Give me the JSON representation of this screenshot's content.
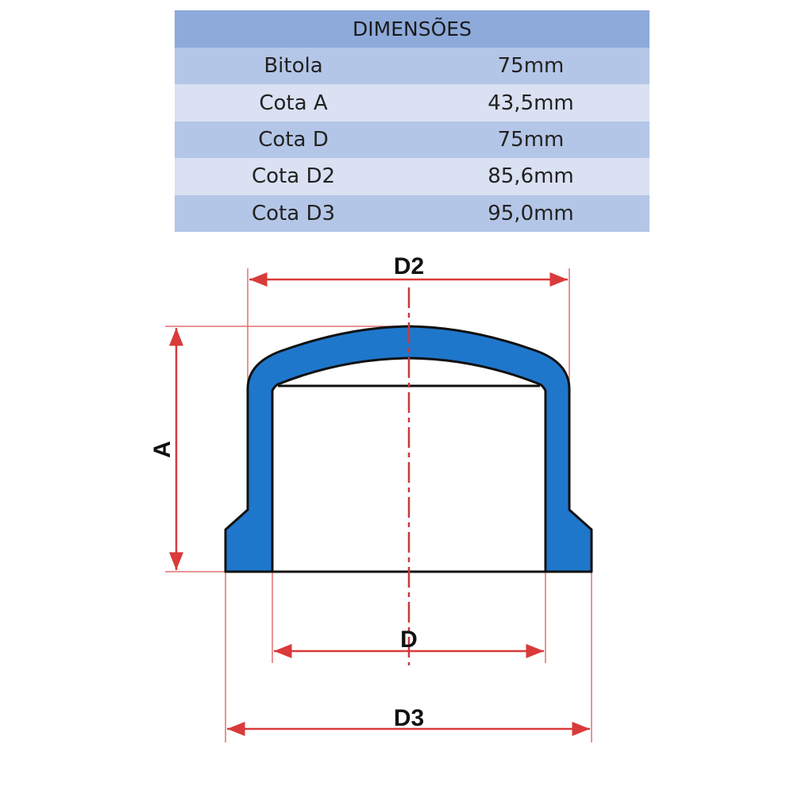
{
  "table": {
    "title": "DIMENSÕES",
    "rows": [
      {
        "label": "Bitola",
        "value": "75mm"
      },
      {
        "label": "Cota A",
        "value": "43,5mm"
      },
      {
        "label": "Cota D",
        "value": "75mm"
      },
      {
        "label": "Cota D2",
        "value": "85,6mm"
      },
      {
        "label": "Cota D3",
        "value": "95,0mm"
      }
    ]
  },
  "diagram": {
    "labels": {
      "d2": "D2",
      "a": "A",
      "d": "D",
      "d3": "D3"
    },
    "colors": {
      "part": "#1f77cc",
      "dimension": "#d93a3a",
      "outline": "#111111"
    }
  }
}
